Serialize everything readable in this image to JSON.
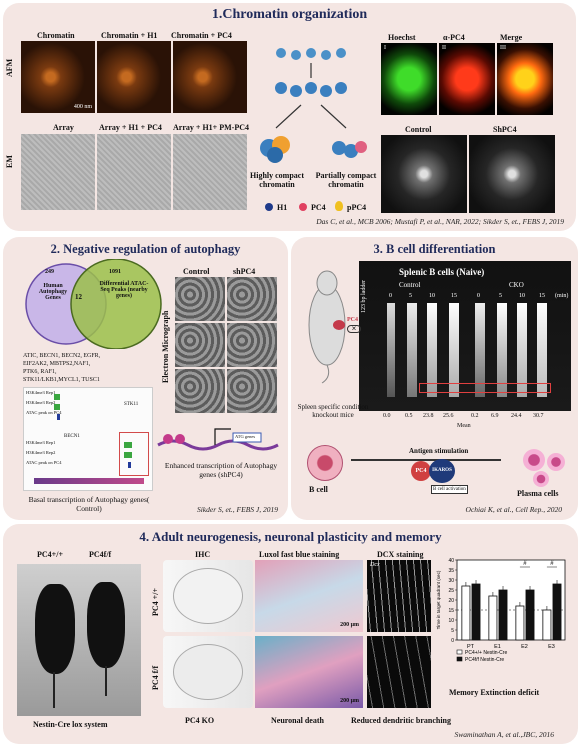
{
  "section1": {
    "title": "1.Chromatin organization",
    "afm_label": "AFM",
    "em_label": "EM",
    "afm_panels": [
      "Chromatin",
      "Chromatin + H1",
      "Chromatin + PC4"
    ],
    "scale_text": "400 nm",
    "em_panels": [
      "Array",
      "Array + H1 + PC4",
      "Array + H1+ PM-PC4"
    ],
    "fluor_panels": [
      "Hoechst",
      "α-PC4",
      "Merge"
    ],
    "fluor_numerals": [
      "I",
      "II",
      "III"
    ],
    "control_label": "Control",
    "shpc4_label": "ShPC4",
    "highly_compact": "Highly compact chromatin",
    "partially_compact": "Partially compact chromatin",
    "legend": [
      "H1",
      "PC4",
      "pPC4"
    ],
    "citation": "Das C, et al., MCB 2006; Mustafi P, et al., NAR, 2022; Sikder S, et., FEBS J, 2019"
  },
  "section2": {
    "title": "2. Negative regulation of autophagy",
    "venn_left_count": "249",
    "venn_left_label": "Human Autophagy Genes",
    "venn_overlap": "12",
    "venn_right_count": "1091",
    "venn_right_label": "Differential ATAC-Seq Peaks (nearby genes)",
    "gene_list_line1": "ATIC, BECN1, BECN2, EGFR,",
    "gene_list_line2": "EIF2AK2, MBTPS2,NAF1,",
    "gene_list_line3": "PTK6, RAF1,",
    "gene_list_line4": "STK11/LKB1,MYCL1, TUSC1",
    "track_labels": [
      "H3K4me3 Rep1",
      "H3K4me3 Rep2",
      "ATAC peak on PC4"
    ],
    "track_gene_top": "STK11",
    "track_gene_bottom": "BECN1",
    "control_label": "Control",
    "shpc4_label": "shPC4",
    "electron_label": "Electron Micrograph",
    "atg_genes": "ATG genes",
    "basal_text": "Basal  transcription of Autophagy genes( Control)",
    "enhanced_text": "Enhanced  transcription of Autophagy genes (shPC4)",
    "citation": "Sikder S, et., FEBS J, 2019"
  },
  "section3": {
    "title": "3. B cell differentiation",
    "gel_title": "Splenic B cells (Naive)",
    "ladder": "123 bp ladder",
    "control": "Control",
    "cko": "CKO",
    "lane_labels": [
      "0",
      "5",
      "10",
      "15",
      "0",
      "5",
      "10",
      "15",
      "(min)"
    ],
    "mean_values": [
      "0.0",
      "0.5",
      "23.8",
      "25.6",
      "0.2",
      "6.9",
      "24.4",
      "30.7"
    ],
    "mean_label": "Mean",
    "pc4_label": "PC4",
    "knockout_text": "Spleen specific condition knockout mice",
    "bcell": "B cell",
    "antigen": "Antigen stimulation",
    "ikaros": "IKAROS",
    "activation": "B cell activation",
    "plasma": "Plasma cells",
    "citation": "Ochiai K, et al., Cell Rep., 2020"
  },
  "section4": {
    "title": "4. Adult neurogenesis, neuronal plasticity and memory",
    "mouse_labels": [
      "PC4+/+",
      "PC4f/f"
    ],
    "mouse_caption": "Nestin-Cre lox system",
    "ihc": "IHC",
    "luxol": "Luxol fast blue staining",
    "dcx": "DCX staining",
    "dcx_overlay": "Dcx",
    "row_top": "PC4 +/+",
    "row_bottom": "PC4 f/f",
    "scale_top": "200 μm",
    "scale_bottom": "200 μm",
    "pc4ko": "PC4 KO",
    "neuronal_death": "Neuronal death",
    "reduced": "Reduced dendritic branching",
    "memory": "Memory Extinction deficit",
    "citation": "Swaminathan A, et al.,JBC, 2016"
  },
  "chart_data": {
    "type": "bar",
    "categories": [
      "PT",
      "E1",
      "E2",
      "E3"
    ],
    "series": [
      {
        "name": "PC4+/+ Nestin-Cre",
        "values": [
          27,
          22,
          17,
          15
        ]
      },
      {
        "name": "PC4f/f Nestin-Cre",
        "values": [
          28,
          25,
          25,
          28
        ]
      }
    ],
    "ylabel": "Time in target quadrant (sec)",
    "ylim": [
      0,
      40
    ],
    "yticks": [
      "0",
      "5",
      "10",
      "15",
      "20",
      "25",
      "30",
      "35",
      "40"
    ],
    "sig_marks": [
      "#",
      "#"
    ],
    "colors": {
      "s1": "#ffffff",
      "s2": "#111111"
    },
    "grid": false,
    "legend": "bottom"
  }
}
